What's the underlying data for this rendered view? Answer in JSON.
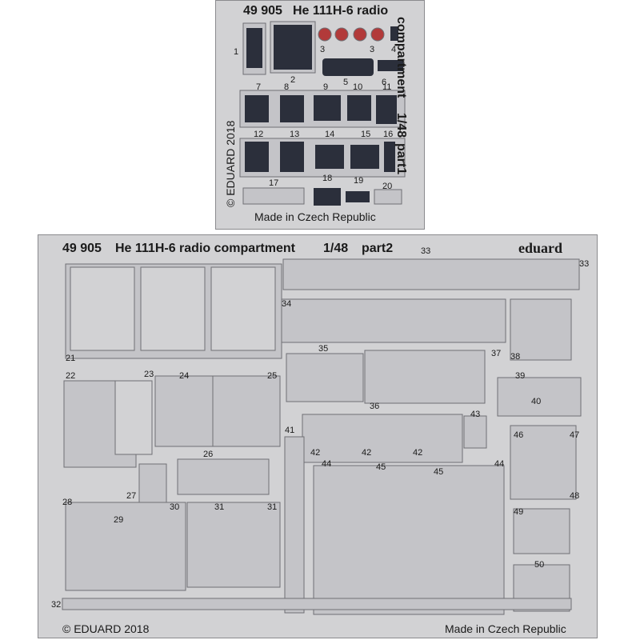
{
  "sheet1": {
    "header_code": "49 905",
    "header_title": "He 111H-6 radio",
    "side_text_a": "compartment",
    "side_scale": "1/48",
    "side_part": "part1",
    "copyright": "© EDUARD 2018",
    "made_in": "Made in Czech Republic",
    "part_numbers": [
      "1",
      "2",
      "3",
      "3",
      "4",
      "5",
      "6",
      "7",
      "8",
      "9",
      "10",
      "11",
      "12",
      "13",
      "14",
      "15",
      "16",
      "17",
      "18",
      "19",
      "20"
    ]
  },
  "sheet2": {
    "header_code": "49 905",
    "header_title": "He 111H-6 radio compartment",
    "header_scale": "1/48",
    "header_part": "part2",
    "brand": "eduard",
    "copyright": "© EDUARD 2018",
    "made_in": "Made in Czech Republic",
    "part_numbers": [
      "33",
      "33",
      "34",
      "35",
      "36",
      "37",
      "38",
      "39",
      "40",
      "21",
      "22",
      "23",
      "24",
      "25",
      "26",
      "27",
      "28",
      "29",
      "30",
      "31",
      "31",
      "32",
      "41",
      "42",
      "42",
      "42",
      "43",
      "44",
      "44",
      "45",
      "45",
      "46",
      "47",
      "48",
      "49",
      "50"
    ]
  },
  "colors": {
    "fret": "#d2d2d4",
    "part_fill": "#c4c4c8",
    "outline": "#6f6f74",
    "dark_panel": "#2b2f3b",
    "instrument_red": "#b23a3a"
  }
}
